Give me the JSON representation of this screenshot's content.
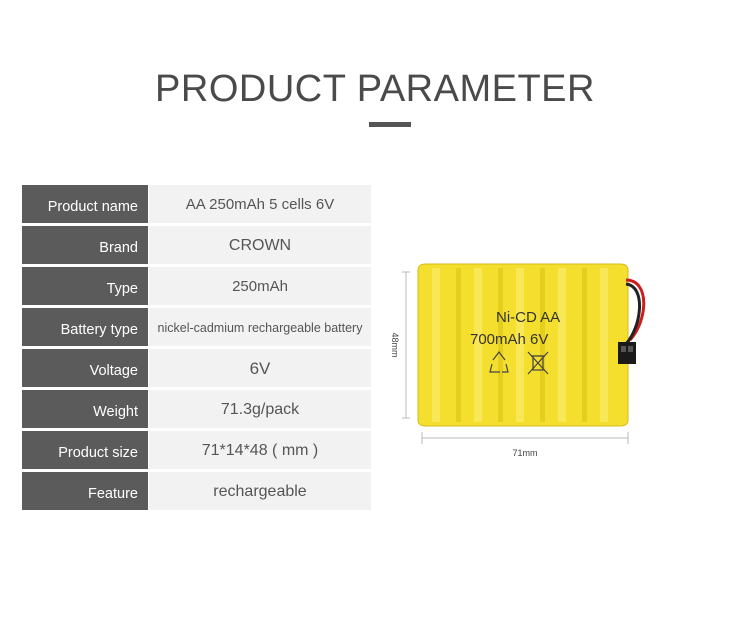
{
  "header": {
    "title": "PRODUCT PARAMETER"
  },
  "params": [
    {
      "label": "Product name",
      "value": "AA 250mAh 5 cells 6V"
    },
    {
      "label": "Brand",
      "value": "CROWN"
    },
    {
      "label": "Type",
      "value": "250mAh"
    },
    {
      "label": "Battery type",
      "value": "nickel-cadmium rechargeable battery"
    },
    {
      "label": "Voltage",
      "value": "6V"
    },
    {
      "label": "Weight",
      "value": "71.3g/pack"
    },
    {
      "label": "Product size",
      "value": "71*14*48 ( mm )"
    },
    {
      "label": "Feature",
      "value": "rechargeable"
    }
  ],
  "product_image": {
    "battery_text_1": "Ni-CD AA",
    "battery_text_2": "700mAh 6V",
    "height_label": "48mm",
    "width_label": "71mm",
    "battery_color": "#f5e12a",
    "icons": [
      "recycle-icon",
      "crossed-bin-icon"
    ]
  }
}
